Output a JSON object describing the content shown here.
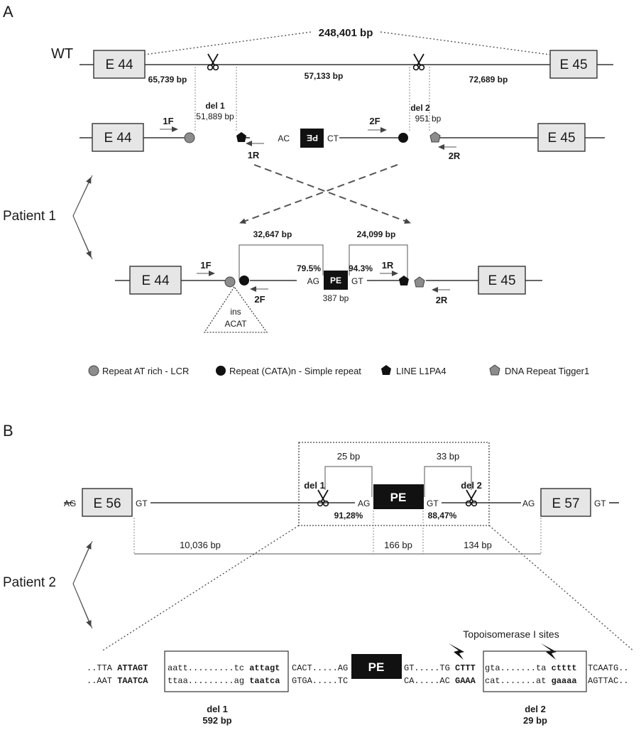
{
  "panels": {
    "a": "A",
    "b": "B"
  },
  "a": {
    "wt_label": "WT",
    "total_span": "248,401 bp",
    "exon_left": "E 44",
    "exon_right": "E 45",
    "seg_1": "65,739 bp",
    "seg_2": "57,133 bp",
    "seg_3": "72,689 bp",
    "del1_title": "del 1",
    "del1_size": "51,889 bp",
    "del2_title": "del 2",
    "del2_size": "951 bp",
    "primer_1f": "1F",
    "primer_1r": "1R",
    "primer_2f": "2F",
    "primer_2r": "2R",
    "pe_flipped": "PE",
    "pe": "PE",
    "ac": "AC",
    "ct": "CT",
    "ag": "AG",
    "gt": "GT",
    "patient": "Patient 1",
    "span_left": "32,647 bp",
    "span_right": "24,099 bp",
    "pct_left": "79.5%",
    "pct_right": "94.3%",
    "pe_size": "387 bp",
    "ins_1": "ins",
    "ins_2": "ACAT",
    "legend": [
      {
        "label": "Repeat AT rich - LCR",
        "symbol": "gray-circle"
      },
      {
        "label": "Repeat (CATA)n - Simple repeat",
        "symbol": "black-circle"
      },
      {
        "label": "LINE L1PA4",
        "symbol": "black-pentagon"
      },
      {
        "label": "DNA Repeat Tigger1",
        "symbol": "gray-pentagon"
      }
    ]
  },
  "b": {
    "ag_left": "AG",
    "exon_left": "E 56",
    "gt_left": "GT",
    "del1": "del 1",
    "del2": "del 2",
    "span_25": "25 bp",
    "span_33": "33 bp",
    "ag_pe": "AG",
    "pe": "PE",
    "gt_pe": "GT",
    "pct_left": "91,28%",
    "pct_right": "88,47%",
    "ag_right": "AG",
    "exon_right": "E 57",
    "gt_right": "GT",
    "scale_1": "10,036 bp",
    "scale_2": "166 bp",
    "scale_3": "134 bp",
    "patient": "Patient 2",
    "topo": "Topoisomerase I sites",
    "seq_top": {
      "p1": "..TTA ",
      "p2": "ATTAGT",
      "p3": "aatt.........tc ",
      "p4": "attagt",
      "p5": "CACT.....AG",
      "p6": "GT.....TG ",
      "p7": "CTTT",
      "p8": " gta.......ta ",
      "p9": "ctttt",
      "p10": " TCAATG.."
    },
    "seq_bot": {
      "p1": "..AAT ",
      "p2": "TAATCA",
      "p3": "ttaa.........ag ",
      "p4": "taatca",
      "p5": "GTGA.....TC",
      "p6": "CA.....AC ",
      "p7": "GAAA",
      "p8": " cat.......at ",
      "p9": "gaaaa",
      "p10": " AGTTAC.."
    },
    "del1_title": "del 1",
    "del1_size": "592 bp",
    "del2_title": "del 2",
    "del2_size": "29 bp"
  }
}
